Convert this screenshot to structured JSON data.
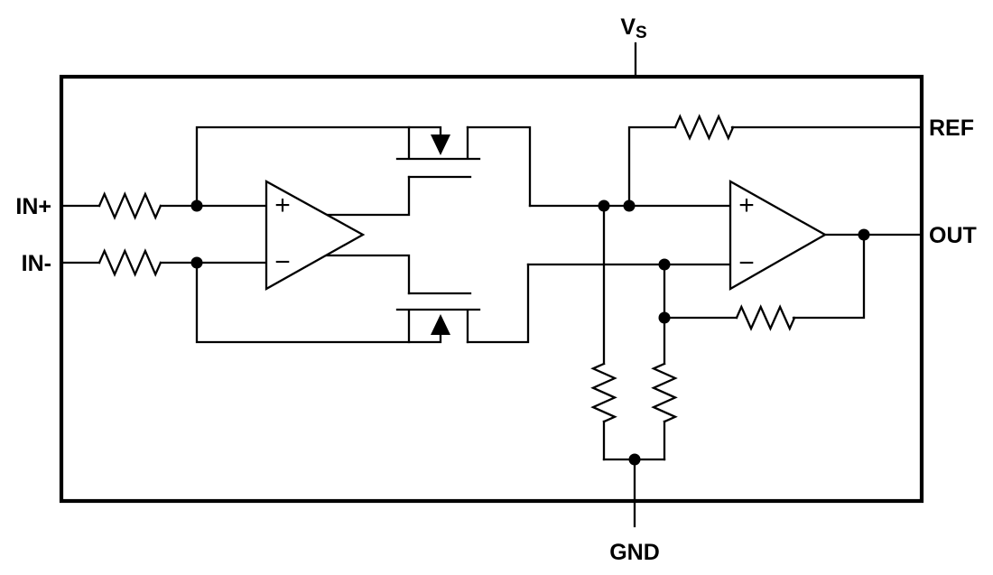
{
  "diagram": {
    "background": "#ffffff",
    "line_color": "#000000",
    "pins": {
      "vs_main": "V",
      "vs_sub": "S",
      "in_plus": "IN+",
      "in_minus": "IN-",
      "ref": "REF",
      "out": "OUT",
      "gnd": "GND"
    },
    "opamps": {
      "input_stage": {
        "plus": "+",
        "minus": "−"
      },
      "output_stage": {
        "plus": "+",
        "minus": "−"
      }
    }
  }
}
